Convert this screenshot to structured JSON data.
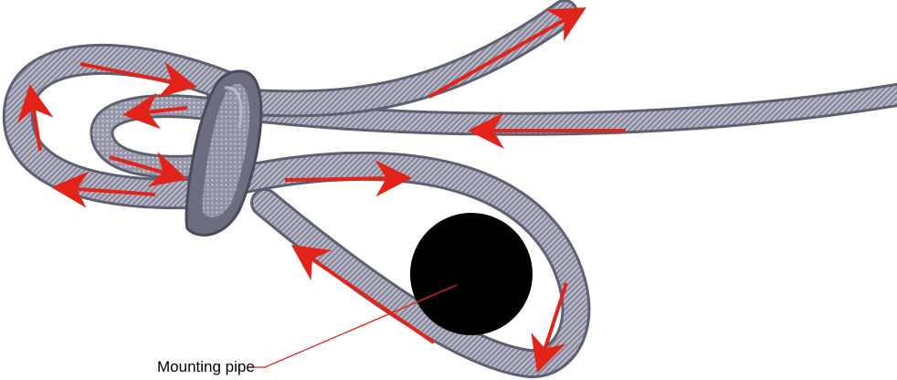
{
  "labels": {
    "mounting_pipe": "Mounting pipe"
  },
  "colors": {
    "background": "#ffffff",
    "strap_fill": "#8c8ca0",
    "strap_edge": "#5f5f72",
    "strap_texture": "#c9c9d6",
    "buckle": "#7a7a8c",
    "arrow": "#e2231a",
    "pipe": "#000000",
    "leader_line": "#e2231a",
    "label_text": "#000000"
  },
  "icons": {
    "pipe": "filled-circle",
    "arrows": "red-direction-arrow"
  }
}
